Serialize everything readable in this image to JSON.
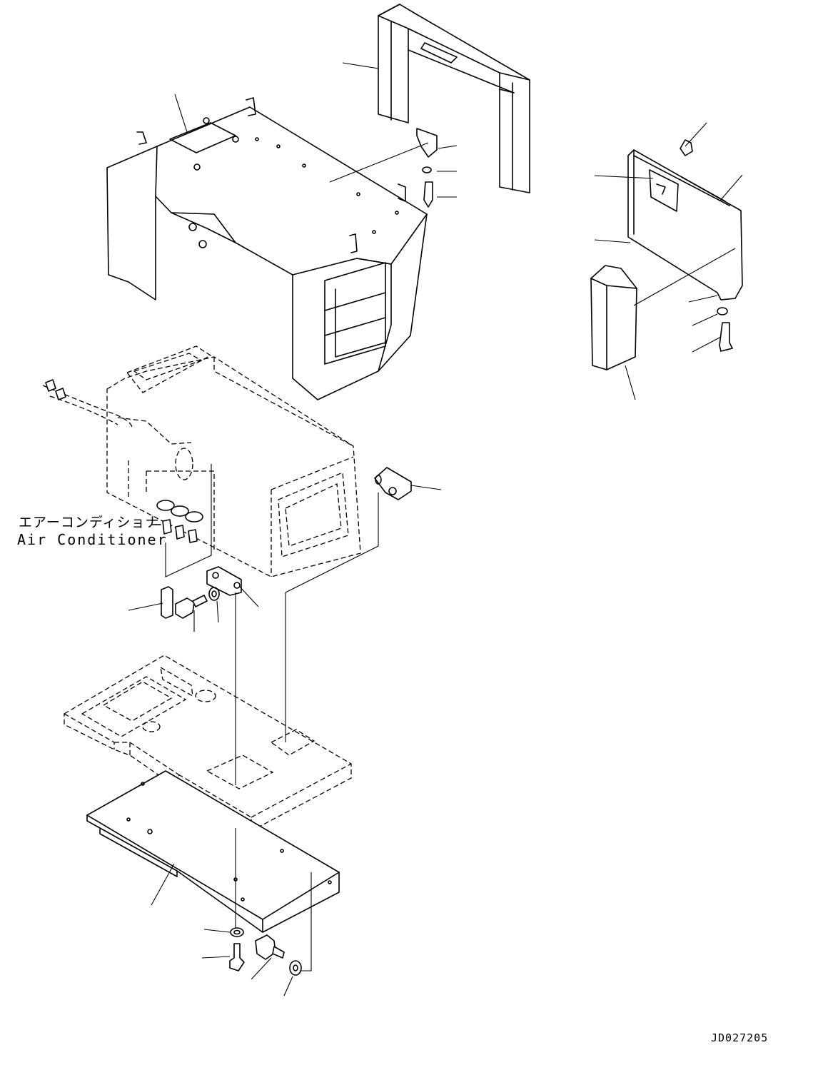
{
  "labels": {
    "air_conditioner_jp": "エアーコンディショナ",
    "air_conditioner_en": "Air Conditioner",
    "drawing_code": "JD027205"
  }
}
